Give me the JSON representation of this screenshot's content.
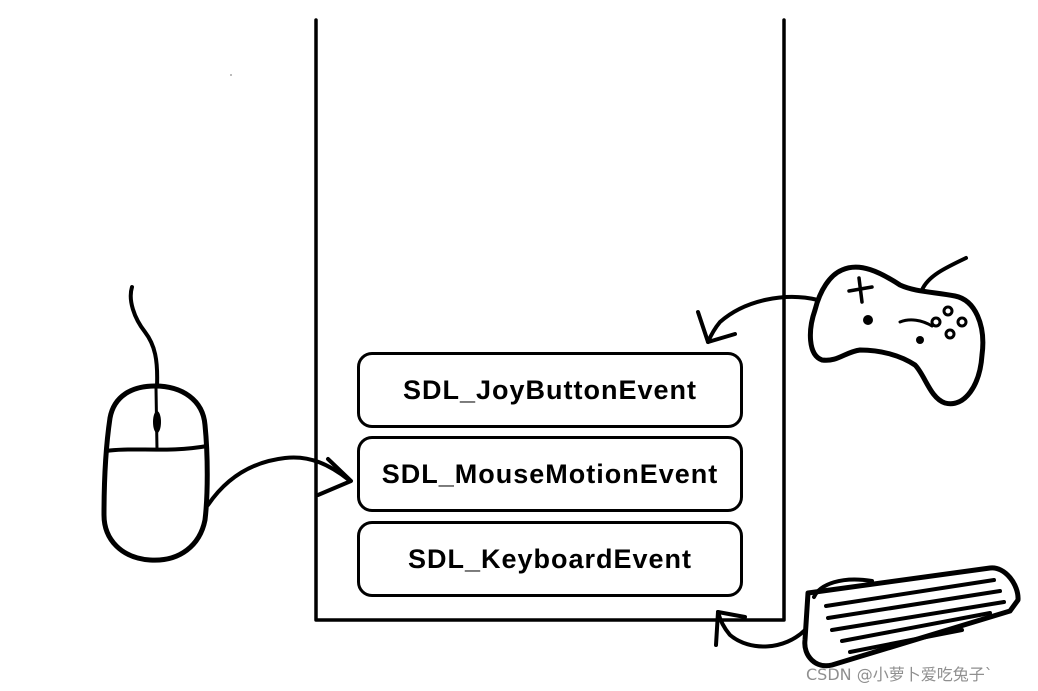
{
  "queue": {
    "events": [
      {
        "label": "SDL_JoyButtonEvent"
      },
      {
        "label": "SDL_MouseMotionEvent"
      },
      {
        "label": "SDL_KeyboardEvent"
      }
    ]
  },
  "devices": {
    "mouse": {
      "icon": "mouse-icon"
    },
    "gamepad": {
      "icon": "gamepad-icon"
    },
    "keyboard": {
      "icon": "keyboard-icon"
    }
  },
  "colors": {
    "background": "#ffffff",
    "ink": "#000000",
    "watermark": "#8f8f8f"
  },
  "watermark": {
    "text": "CSDN @小萝卜爱吃兔子`"
  }
}
